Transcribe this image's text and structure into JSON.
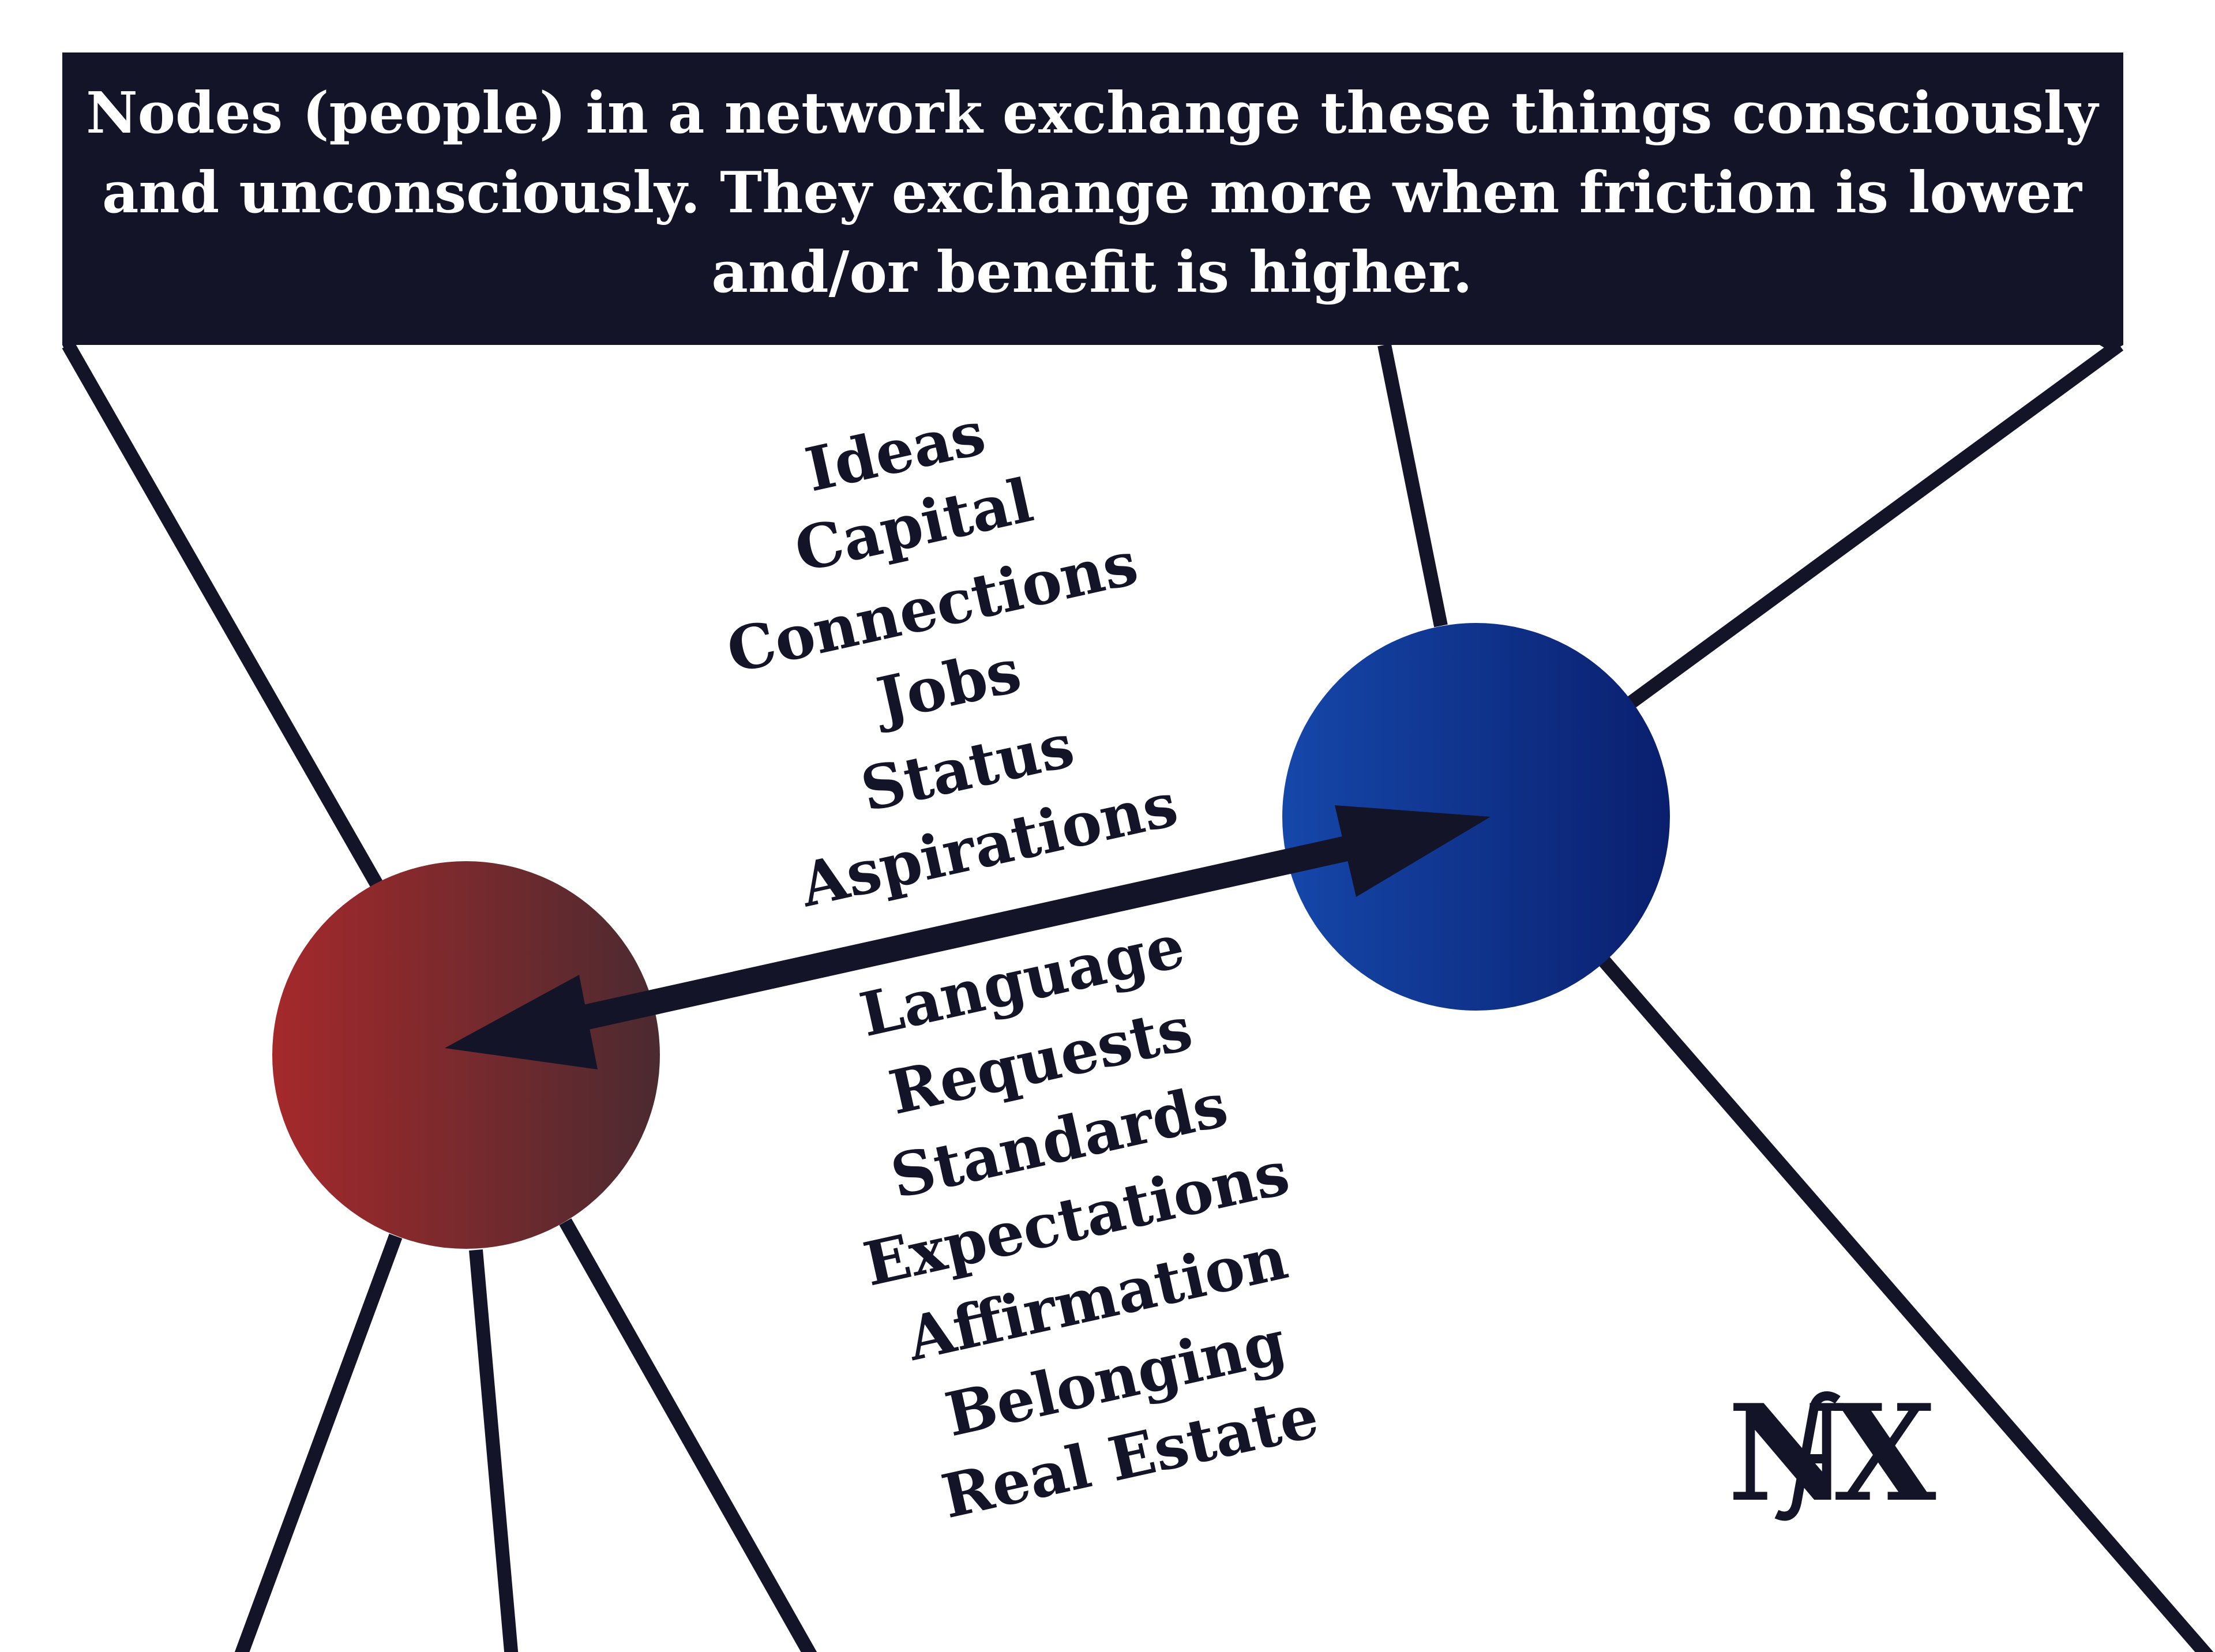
{
  "banner": {
    "lines": [
      "Nodes (people) in a network exchange these things consciously",
      "and unconsciously. They exchange more when friction is lower",
      "and/or benefit is higher."
    ]
  },
  "exchanges_upper": [
    "Ideas",
    "Capital",
    "Connections",
    "Jobs",
    "Status",
    "Aspirations"
  ],
  "exchanges_lower": [
    "Language",
    "Requests",
    "Standards",
    "Expectations",
    "Affirmation",
    "Belonging",
    "Real Estate"
  ],
  "logo": {
    "text": "NfX"
  },
  "colors": {
    "dark": "#141428",
    "red_node": [
      "#a5292b",
      "#4b2a30"
    ],
    "blue_node": [
      "#1547aa",
      "#0a1f6e"
    ]
  }
}
